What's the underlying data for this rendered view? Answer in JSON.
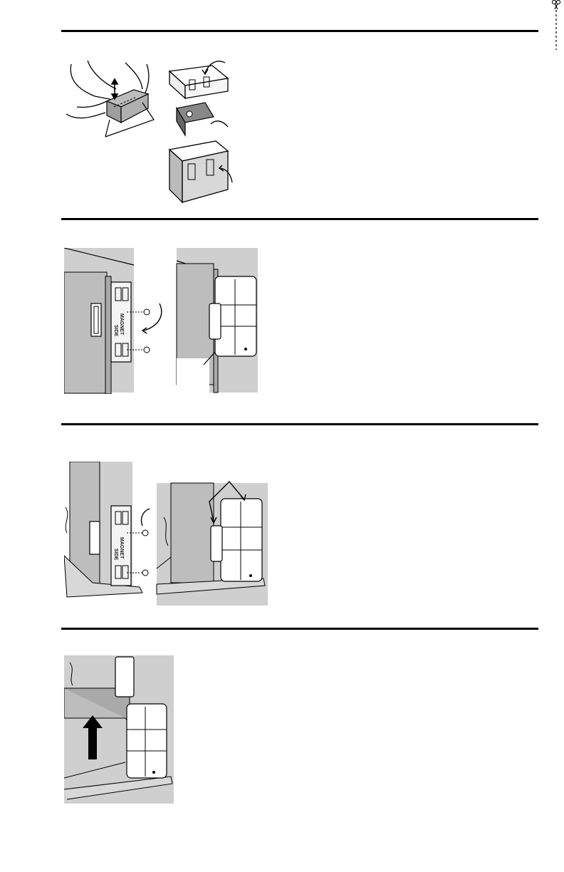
{
  "page": {
    "cut_marks": [
      "scissors-icon"
    ],
    "colors": {
      "rule": "#000000",
      "wall": "#cfcfcf",
      "line": "#000000",
      "device": "#ffffff"
    }
  },
  "step2": {
    "bracket_label_line1": "MAGNET",
    "bracket_label_line2": "SIDE"
  },
  "step3": {
    "bracket_label_line1": "MAGNET",
    "bracket_label_line2": "SIDE"
  }
}
